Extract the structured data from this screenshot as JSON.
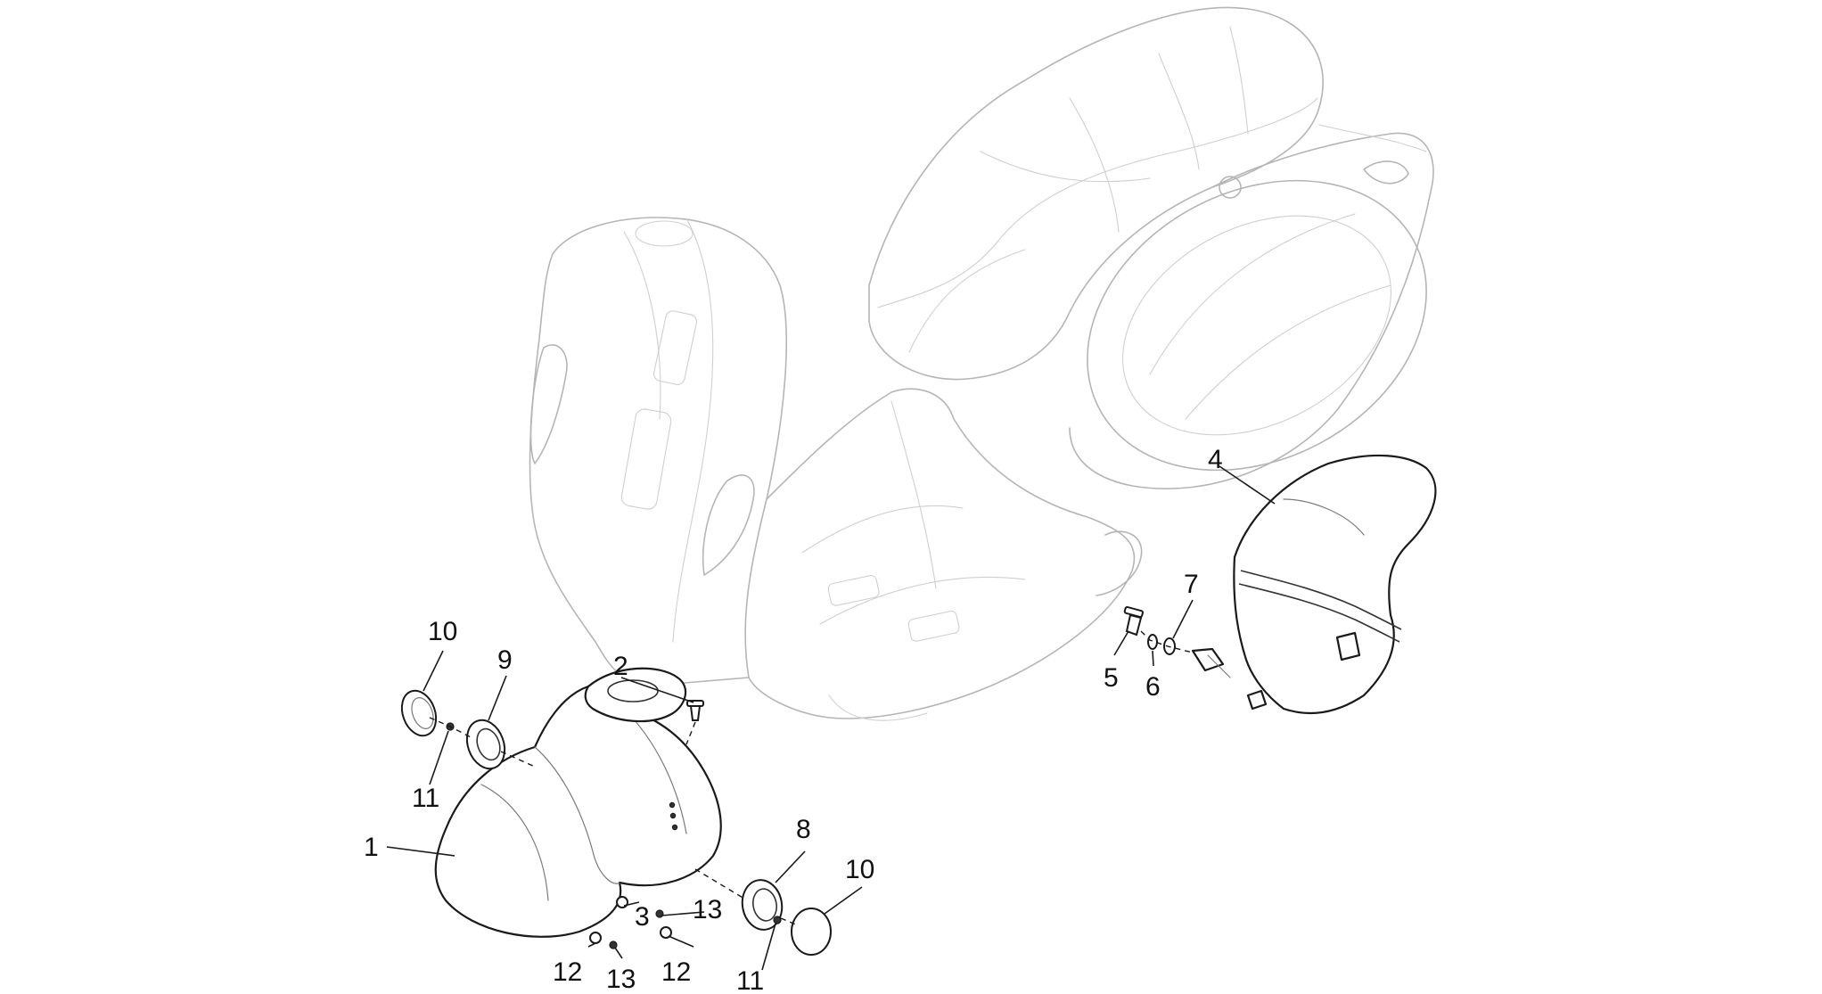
{
  "diagram": {
    "kind": "exploded parts diagram",
    "subject": "scooter body, front mudguard and rear mudguard"
  },
  "callouts": [
    {
      "id": "c1",
      "text": "1"
    },
    {
      "id": "c2",
      "text": "2"
    },
    {
      "id": "c3",
      "text": "3"
    },
    {
      "id": "c4",
      "text": "4"
    },
    {
      "id": "c5",
      "text": "5"
    },
    {
      "id": "c6",
      "text": "6"
    },
    {
      "id": "c7",
      "text": "7"
    },
    {
      "id": "c8",
      "text": "8"
    },
    {
      "id": "c9",
      "text": "9"
    },
    {
      "id": "c10a",
      "text": "10"
    },
    {
      "id": "c10b",
      "text": "10"
    },
    {
      "id": "c11a",
      "text": "11"
    },
    {
      "id": "c11b",
      "text": "11"
    },
    {
      "id": "c12a",
      "text": "12"
    },
    {
      "id": "c12b",
      "text": "12"
    },
    {
      "id": "c13a",
      "text": "13"
    },
    {
      "id": "c13b",
      "text": "13"
    }
  ],
  "colors": {
    "background": "#ffffff",
    "part_line": "#1a1a1a",
    "ghost_line": "#b5b5b5",
    "label": "#111111"
  }
}
